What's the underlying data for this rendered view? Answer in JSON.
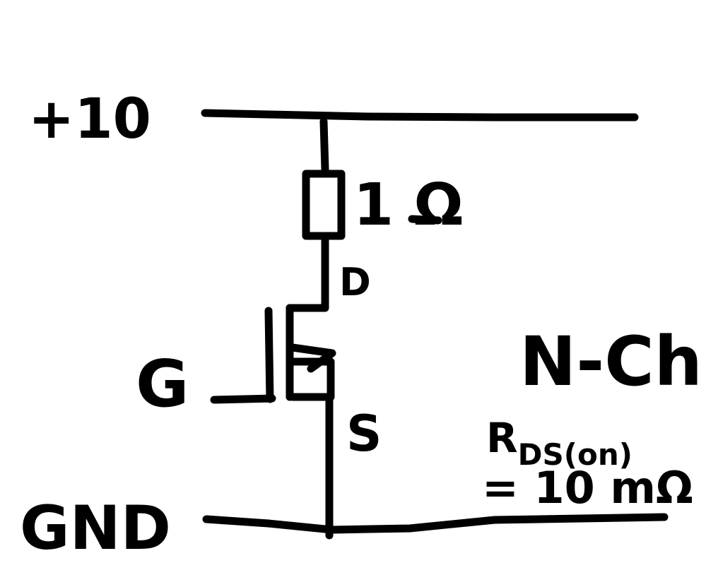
{
  "diagram": {
    "supply_label": "+10",
    "ground_label": "GND",
    "resistor_label": "1 Ω",
    "drain_label": "D",
    "gate_label": "G",
    "source_label": "S",
    "channel_label": "N-Ch",
    "rds_label_main": "R",
    "rds_label_sub": "DS(on)",
    "rds_value": "= 10 mΩ",
    "ink_color": "#000000",
    "background_color": "#ffffff"
  }
}
